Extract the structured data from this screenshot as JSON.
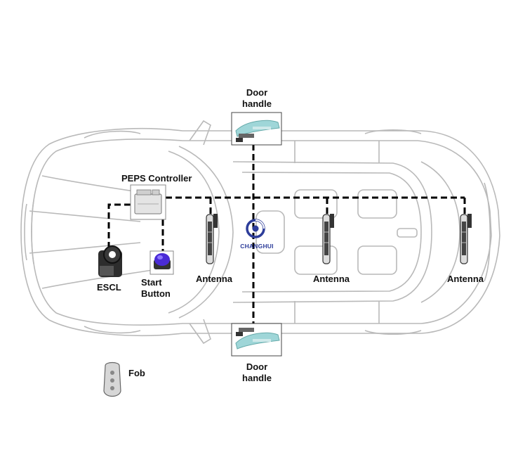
{
  "diagram": {
    "components": {
      "peps_controller": "PEPS Controller",
      "escl": "ESCL",
      "start_button": [
        "Start",
        "Button"
      ],
      "door_handle_top": [
        "Door",
        "handle"
      ],
      "door_handle_bottom": [
        "Door",
        "handle"
      ],
      "antenna_1": "Antenna",
      "antenna_2": "Antenna",
      "antenna_3": "Antenna",
      "fob": "Fob"
    },
    "brand": {
      "name": "CHANGHUI"
    },
    "colors": {
      "car_outline": "#b9b9b9",
      "wiring": "#000000",
      "brand": "#2d3d9a",
      "start_button": "#4a2bd6",
      "door_handle": "#9fd6d8"
    }
  }
}
